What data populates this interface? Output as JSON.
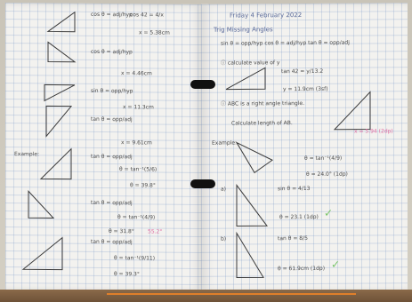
{
  "left_page": {
    "lines": [
      {
        "id": "l1",
        "text": "cos θ = adj/hyp"
      },
      {
        "id": "l2",
        "text": "cos 42 = 4/x"
      },
      {
        "id": "l3",
        "text": "x = 5.38cm"
      },
      {
        "id": "l4",
        "text": "cos θ = adj/hyp"
      },
      {
        "id": "l5",
        "text": "x = 4.46cm"
      },
      {
        "id": "l6",
        "text": "sin θ = opp/hyp"
      },
      {
        "id": "l7",
        "text": "x = 11.3cm"
      },
      {
        "id": "l8",
        "text": "tan θ = opp/adj"
      },
      {
        "id": "l9",
        "text": "x = 9.61cm"
      },
      {
        "id": "l10",
        "text": "Example:"
      },
      {
        "id": "l11",
        "text": "tan θ = opp/adj"
      },
      {
        "id": "l12",
        "text": "θ = tan⁻¹(5/6)"
      },
      {
        "id": "l13",
        "text": "θ = 39.8°"
      },
      {
        "id": "l14",
        "text": "tan θ = opp/adj"
      },
      {
        "id": "l15",
        "text": "θ = tan⁻¹(4/9)"
      },
      {
        "id": "l16",
        "text": "θ = 31.8°"
      },
      {
        "id": "l17",
        "text": "55.2°"
      },
      {
        "id": "l18",
        "text": "tan θ = opp/adj"
      },
      {
        "id": "l19",
        "text": "θ = tan⁻¹(9/11)"
      },
      {
        "id": "l20",
        "text": "θ = 39.3°"
      }
    ]
  },
  "right_page": {
    "lines": [
      {
        "id": "r1",
        "text": "Friday 4 February 2022"
      },
      {
        "id": "r2",
        "text": "Trig Missing Angles"
      },
      {
        "id": "r3",
        "text": "sin θ = opp/hyp   cos θ = adj/hyp   tan θ = opp/adj"
      },
      {
        "id": "r4",
        "text": "ⓘ calculate value of y"
      },
      {
        "id": "r5",
        "text": "tan 42 = y/13.2"
      },
      {
        "id": "r6",
        "text": "y = 11.9cm (3sf)"
      },
      {
        "id": "r7",
        "text": "ⓘ ABC is a right angle triangle."
      },
      {
        "id": "r8",
        "text": "Calculate length of AB."
      },
      {
        "id": "r9",
        "text": "x = 5.94 (2dp)"
      },
      {
        "id": "r10",
        "text": "Example:"
      },
      {
        "id": "r11",
        "text": "θ = tan⁻¹(4/9)"
      },
      {
        "id": "r12",
        "text": "θ = 24.0° (1dp)"
      },
      {
        "id": "r13",
        "text": "a)"
      },
      {
        "id": "r14",
        "text": "sin θ = 4/13"
      },
      {
        "id": "r15",
        "text": "θ = 23.1 (1dp)"
      },
      {
        "id": "r16",
        "text": "b)"
      },
      {
        "id": "r17",
        "text": "tan θ = 8/5"
      },
      {
        "id": "r18",
        "text": "θ = 61.9cm (1dp)"
      }
    ]
  }
}
